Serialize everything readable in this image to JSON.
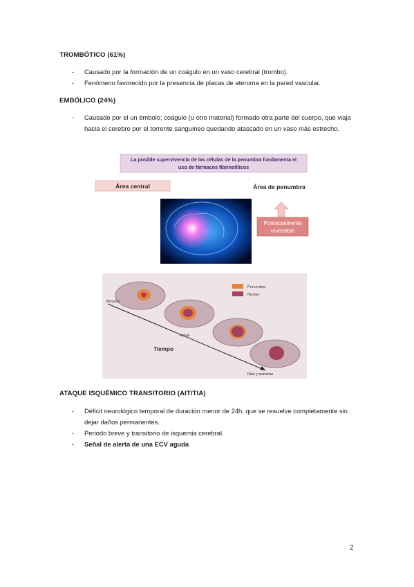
{
  "thrombotic": {
    "heading": "TROMBÓTICO (61%)",
    "items": [
      "Causado por la formación de un coágulo en un vaso cerebral (trombo).",
      "Fenómeno favorecido por la presencia de placas de ateroma en la pared vascular."
    ]
  },
  "embolic": {
    "heading": "EMBÓLICO (24%)",
    "items": [
      "Causado por el un émbolo; coágulo (u otro material) formado otra parte del cuerpo, que viaja hacia el cerebro por el torrente sanguíneo quedando atascado en un vaso más estrecho."
    ]
  },
  "figure_penumbra": {
    "banner_line1": "La posible supervivencia de las células de la penumbra fundamenta el",
    "banner_line2": "uso de fármacos fibrinolíticos",
    "central_label": "Área central",
    "penumbra_label": "Área de penumbra",
    "reversible_line1": "Potencialmente",
    "reversible_line2": "reversible",
    "colors": {
      "banner_bg": "#e9d4e6",
      "central_bg": "#f6d6d3",
      "reversible_bg": "#dc8583",
      "brain_glow": "#e24ad8"
    }
  },
  "figure_time": {
    "legend_penumbra": "Penumbra",
    "legend_nucleus": "Núcleo",
    "label_minutes": "Minutos",
    "label_hours": "Horas",
    "label_time": "Tiempo",
    "label_days": "Días y semanas",
    "colors": {
      "bg": "#eee3e6",
      "penumbra": "#e5823c",
      "nucleus": "#a4415f"
    }
  },
  "tia": {
    "heading": "ATAQUE ISQUÉMICO TRANSITORIO (AIT/TIA)",
    "items": [
      "Déficit neurológico temporal de duración menor de 24h, que se resuelve completamente sin dejar daños permanentes.",
      "Periodo breve y transitorio de isquemia cerebral."
    ],
    "bold_item": "Señal de alerta de una ECV aguda"
  },
  "page_number": "2"
}
